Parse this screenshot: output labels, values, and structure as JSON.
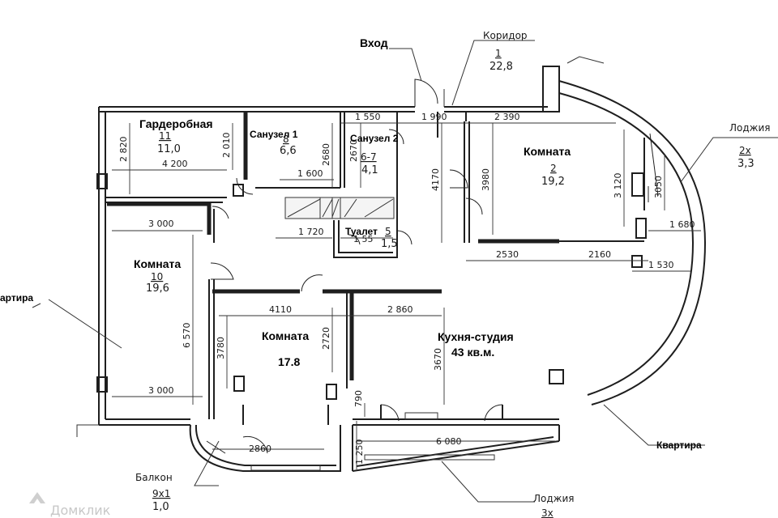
{
  "rooms": {
    "entrance": {
      "name": "Вход"
    },
    "corridor": {
      "name": "Коридор",
      "number": "1",
      "area": "22,8"
    },
    "wardrobe": {
      "name": "Гардеробная",
      "number": "11",
      "area": "11,0"
    },
    "bathroom1": {
      "name": "Санузел 1",
      "number": "8",
      "area": "6,6"
    },
    "bathroom2": {
      "name": "Санузел 2",
      "number": "6-7",
      "area": "4,1"
    },
    "toilet": {
      "name": "Туалет",
      "number": "5",
      "area": "1,5"
    },
    "room2": {
      "name": "Комната",
      "number": "2",
      "area": "19,2"
    },
    "room10": {
      "name": "Комната",
      "number": "10",
      "area": "19,6"
    },
    "room_center": {
      "name": "Комната",
      "area": "17.8"
    },
    "kitchen": {
      "name": "Кухня-студия",
      "area": "43 кв.м."
    },
    "loggia_right": {
      "name": "Лоджия",
      "number": "2х",
      "area": "3,3"
    },
    "loggia_bottom": {
      "name": "Лоджия",
      "number": "3х"
    },
    "balcony": {
      "name": "Балкон",
      "number": "9х1",
      "area": "1,0"
    }
  },
  "external": {
    "apartment_left": "артира",
    "apartment_right": "Квартира"
  },
  "dimensions": {
    "d_1550": "1 550",
    "d_1990": "1 990",
    "d_2390": "2 390",
    "d_2820": "2 820",
    "d_4200": "4 200",
    "d_2010": "2 010",
    "d_2680": "2680",
    "d_2670": "2670",
    "d_1600": "1 600",
    "d_4170": "4170",
    "d_3980": "3980",
    "d_3120": "3 120",
    "d_3050": "3050",
    "d_1680": "1 680",
    "d_3000a": "3 000",
    "d_1720": "1 720",
    "d_1551": "1 55",
    "d_2530": "2530",
    "d_2160": "2160",
    "d_1530": "1 530",
    "d_4110": "4110",
    "d_2860a": "2 860",
    "d_6570": "6 570",
    "d_3780": "3780",
    "d_2720": "2720",
    "d_3670": "3670",
    "d_3000b": "3 000",
    "d_790": "790",
    "d_2860b": "2860",
    "d_1250": "1 250",
    "d_6080": "6 080"
  },
  "watermark": "Домклик"
}
